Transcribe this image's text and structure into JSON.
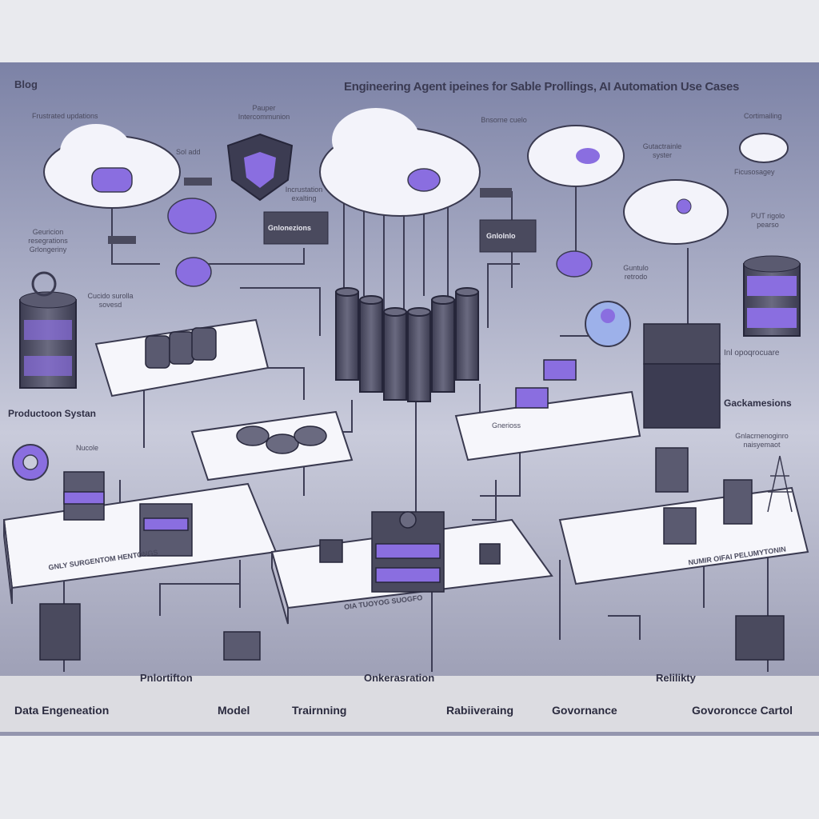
{
  "header": {
    "blog_label": "Blog",
    "title": "Engineering Agent ipeines for Sable Prollings, AI Automation Use Cases"
  },
  "annotations": {
    "top_left": "Frustrated updations",
    "shield": "Pauper Intercommunion",
    "small_1": "Sol add",
    "cloud_left": "Geuricion resegrations Grlongeriny",
    "security_note": "Incrustation exalting",
    "bar_left": "Gnlonezions",
    "bar_right": "Gnlolnlo",
    "cloud_center": "Bnsorne cuelo",
    "cloud_right_1": "Gutactrainle syster",
    "cloud_right_2": "Cortimailing",
    "cloud_right_3": "Ficusosagey",
    "right_small_1": "PUT rigolo pearso",
    "right_small_2": "Guntulo retrodo",
    "left_small_1": "Cucido surolla sovesd",
    "mid_right": "Inl opoqrocuare",
    "production": "Productoon Systan",
    "gear_label": "Nucole",
    "right_side": "Gackamesions",
    "right_mid": "Gnlacrnenoginro naisyemaot",
    "platform_a": "Gnerioss",
    "platform_b": "GNLY SURGENTOM HENTONGS",
    "platform_c": "OIA TUOYOG SUOGFO",
    "platform_d": "NUMIR OIFAI PELUMYTONIN"
  },
  "section_labels": {
    "left": "Pnlortifton",
    "center": "Onkerasration",
    "right": "Relilikty"
  },
  "footer": {
    "items": [
      "Data Engeneation",
      "Model",
      "Trairnning",
      "Rabiiveraing",
      "Govornance",
      "Govoroncce Cartol"
    ]
  },
  "colors": {
    "accent": "#8a6ee0",
    "dark": "#4a4a5e",
    "platform": "#f6f6fb",
    "footer_band": "#3c3c58"
  }
}
